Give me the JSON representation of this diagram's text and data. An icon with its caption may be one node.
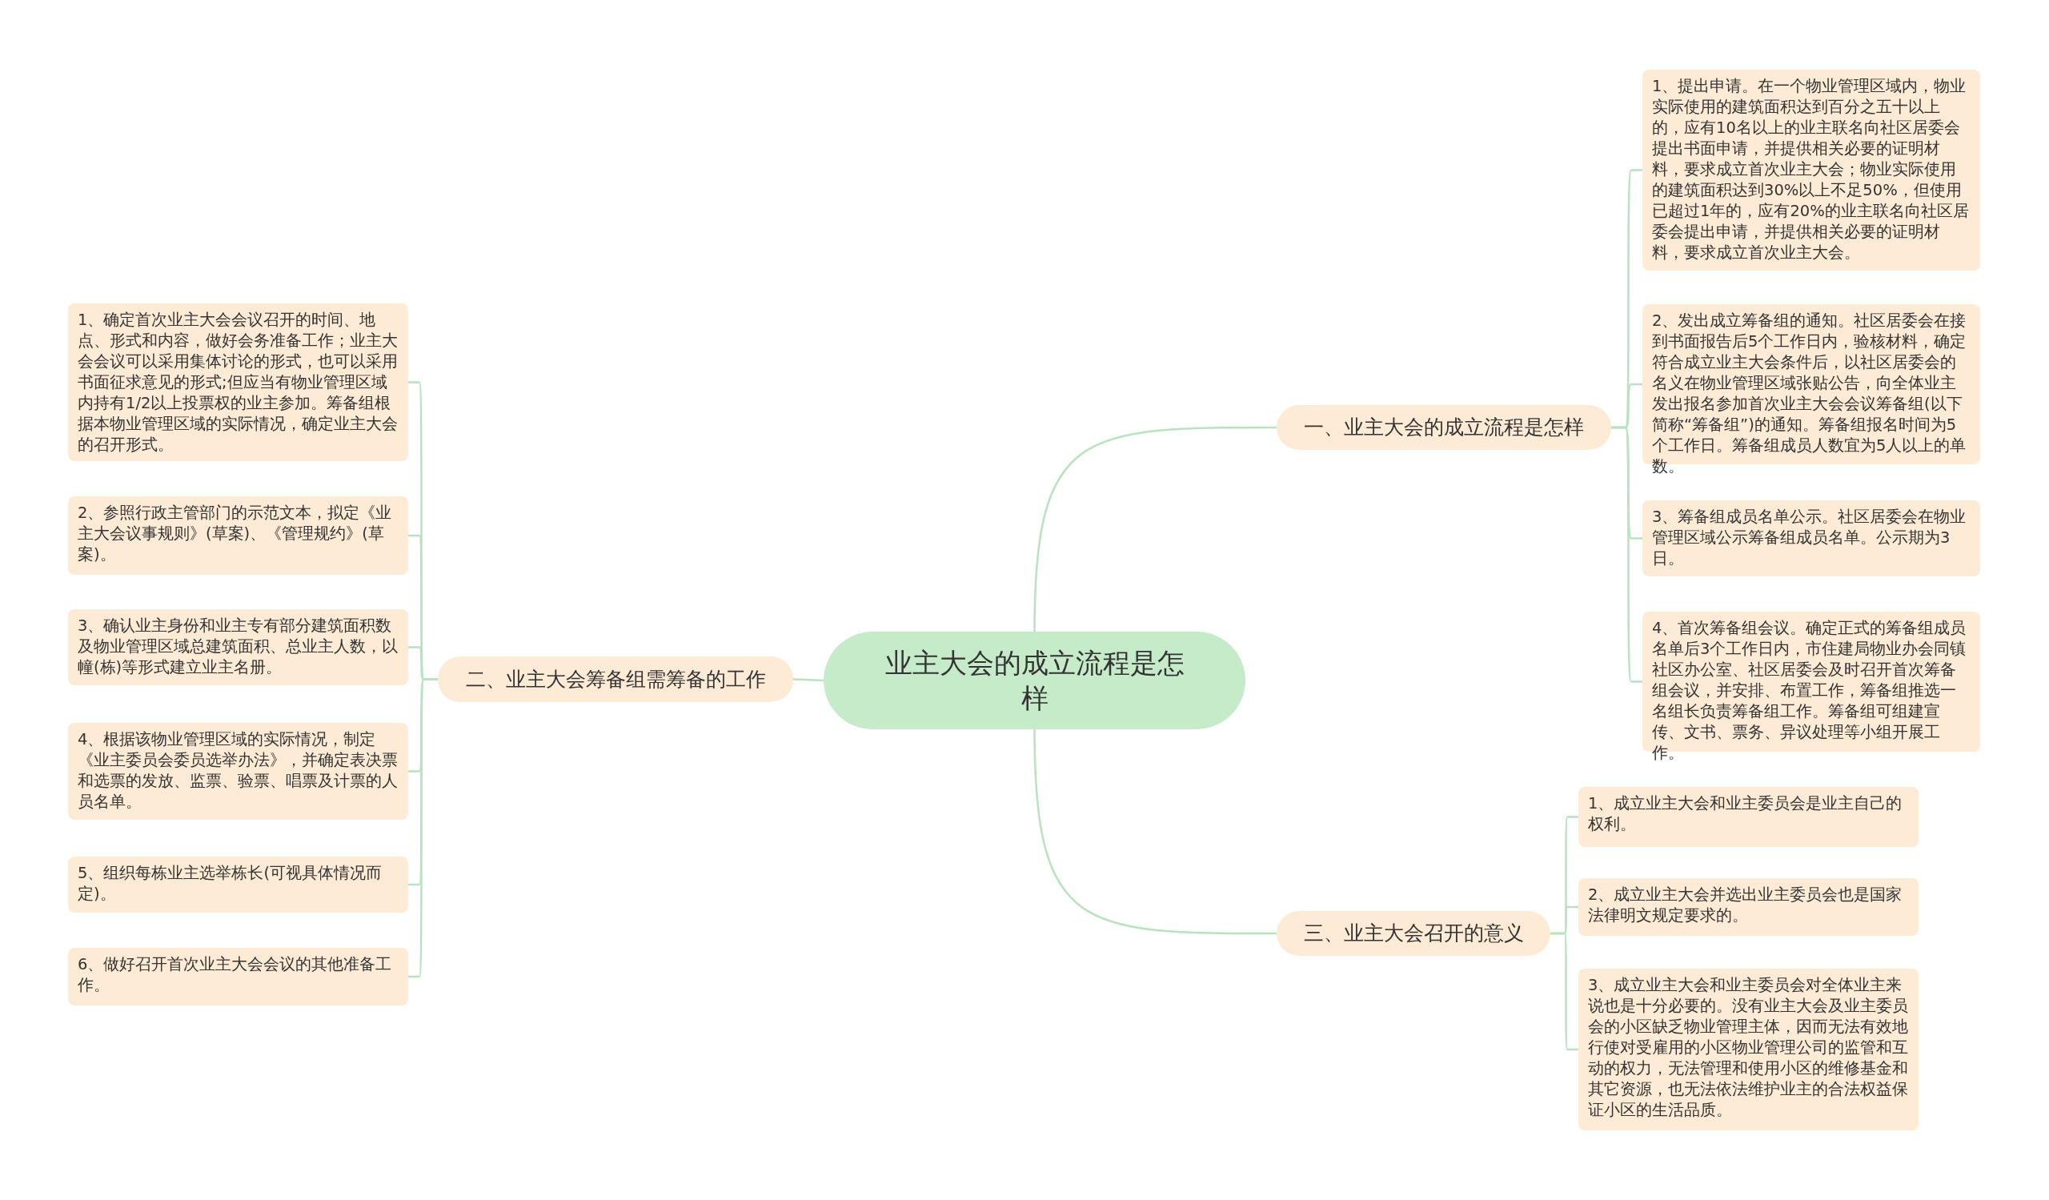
{
  "diagram": {
    "nodes": [
      {
        "text": [
          "业主大会的成立流程是怎样"
        ]
      },
      {
        "text": [
          "一、业主大会的成立流程是怎样"
        ]
      },
      {
        "text": [
          "1、提出申请。在一个物业管理区域内，物业实际使用的建筑面积达到百分之五十以上的，应有10名以上的业主联名向社区居委会提出书面申请，并提供相关必要的证明材料，要求成立首次业主大会；物业实际使用的建筑面积达到30%以上不足50%，但使用已超过1年的，应有20%的业主联名向社区居委会提出申请，并提供相关必要的证明材料，要求成立首次业主大会。"
        ]
      },
      {
        "text": [
          "2、发出成立筹备组的通知。社区居委会在接到书面报告后5个工作日内，验核材料，确定符合成立业主大会条件后，以社区居委会的名义在物业管理区域张贴公告，向全体业主发出报名参加首次业主大会会议筹备组(以下简称“筹备组”)的通知。筹备组报名时间为5个工作日。筹备组成员人数宜为5人以上的单数。"
        ]
      },
      {
        "text": [
          "3、筹备组成员名单公示。社区居委会在物业管理区域公示筹备组成员名单。公示期为3日。"
        ]
      },
      {
        "text": [
          "4、首次筹备组会议。确定正式的筹备组成员名单后3个工作日内，市住建局物业办会同镇社区办公室、社区居委会及时召开首次筹备组会议，并安排、布置工作，筹备组推选一名组长负责筹备组工作。筹备组可组建宣传、文书、票务、异议处理等小组开展工作。"
        ]
      },
      {
        "text": [
          "二、业主大会筹备组需筹备的工作"
        ]
      },
      {
        "text": [
          "1、确定首次业主大会会议召开的时间、地点、形式和内容，做好会务准备工作；业主大会会议可以采用集体讨论的形式，也可以采用书面征求意见的形式;但应当有物业管理区域内持有1/2以上投票权的业主参加。筹备组根据本物业管理区域的实际情况，确定业主大会的召开形式。"
        ]
      },
      {
        "text": [
          "2、参照行政主管部门的示范文本，拟定《业主大会议事规则》(草案)、《管理规约》(草案)。"
        ]
      },
      {
        "text": [
          "3、确认业主身份和业主专有部分建筑面积数及物业管理区域总建筑面积、总业主人数，以幢(栋)等形式建立业主名册。"
        ]
      },
      {
        "text": [
          "4、根据该物业管理区域的实际情况，制定《业主委员会委员选举办法》，并确定表决票和选票的发放、监票、验票、唱票及计票的人员名单。"
        ]
      },
      {
        "text": [
          "5、组织每栋业主选举栋长(可视具体情况而定)。"
        ]
      },
      {
        "text": [
          "6、做好召开首次业主大会会议的其他准备工作。"
        ]
      },
      {
        "text": [
          "三、业主大会召开的意义"
        ]
      },
      {
        "text": [
          "1、成立业主大会和业主委员会是业主自己的权利。"
        ]
      },
      {
        "text": [
          "2、成立业主大会并选出业主委员会也是国家法律明文规定要求的。"
        ]
      },
      {
        "text": [
          "3、成立业主大会和业主委员会对全体业主来说也是十分必要的。没有业主大会及业主委员会的小区缺乏物业管理主体，因而无法有效地行使对受雇用的小区物业管理公司的监管和互动的权力，无法管理和使用小区的维修基金和其它资源，也无法依法维护业主的合法权益保证小区的生活品质。"
        ]
      }
    ],
    "edges": [
      {
        "from": 0,
        "to": 1,
        "arrow": "none"
      },
      {
        "from": 1,
        "to": 2,
        "arrow": "none"
      },
      {
        "from": 1,
        "to": 3,
        "arrow": "none"
      },
      {
        "from": 1,
        "to": 4,
        "arrow": "none"
      },
      {
        "from": 1,
        "to": 5,
        "arrow": "none"
      },
      {
        "from": 0,
        "to": 6,
        "arrow": "none"
      },
      {
        "from": 6,
        "to": 7,
        "arrow": "none"
      },
      {
        "from": 6,
        "to": 8,
        "arrow": "none"
      },
      {
        "from": 6,
        "to": 9,
        "arrow": "none"
      },
      {
        "from": 6,
        "to": 10,
        "arrow": "none"
      },
      {
        "from": 6,
        "to": 11,
        "arrow": "none"
      },
      {
        "from": 6,
        "to": 12,
        "arrow": "none"
      },
      {
        "from": 0,
        "to": 13,
        "arrow": "none"
      },
      {
        "from": 13,
        "to": 14,
        "arrow": "none"
      },
      {
        "from": 13,
        "to": 15,
        "arrow": "none"
      },
      {
        "from": 13,
        "to": 16,
        "arrow": "none"
      }
    ]
  }
}
